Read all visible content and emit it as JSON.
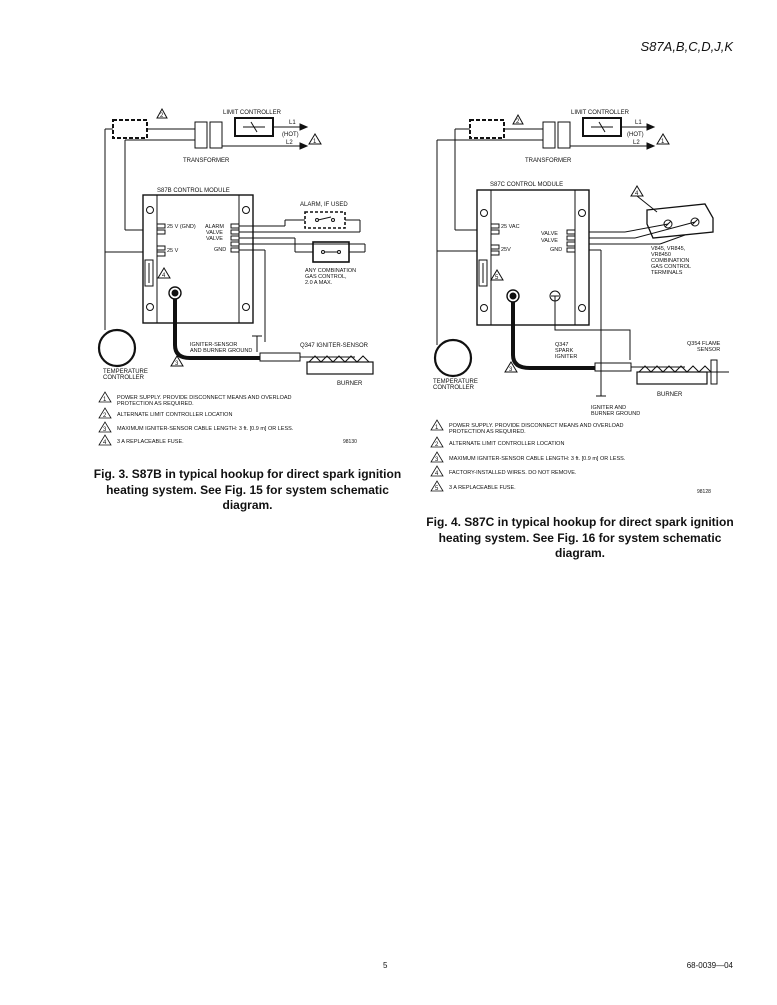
{
  "header": {
    "model": "S87A,B,C,D,J,K"
  },
  "fig3": {
    "limit_controller": "LIMIT CONTROLLER",
    "l1": "L1",
    "hot": "(HOT)",
    "l2": "L2",
    "transformer": "TRANSFORMER",
    "module_title": "S87B CONTROL MODULE",
    "t_25v_gnd": "25 V (GND)",
    "t_25v": "25 V",
    "t_alarm": "ALARM",
    "t_valve1": "VALVE",
    "t_valve2": "VALVE",
    "t_gnd": "GND",
    "alarm_if_used": "ALARM, IF USED",
    "gas_control_1": "ANY COMBINATION",
    "gas_control_2": "GAS CONTROL,",
    "gas_control_3": "2.0 A MAX.",
    "igniter_ground_1": "IGNITER-SENSOR",
    "igniter_ground_2": "AND BURNER GROUND",
    "q347": "Q347 IGNITER-SENSOR",
    "temp_ctrl_1": "TEMPERATURE",
    "temp_ctrl_2": "CONTROLLER",
    "burner": "BURNER",
    "notes": [
      {
        "num": "1",
        "line1": "POWER SUPPLY. PROVIDE DISCONNECT MEANS AND OVERLOAD",
        "line2": "PROTECTION AS REQUIRED."
      },
      {
        "num": "2",
        "line1": "ALTERNATE LIMIT CONTROLLER LOCATION",
        "line2": ""
      },
      {
        "num": "3",
        "line1": "MAXIMUM IGNITER-SENSOR CABLE LENGTH: 3 ft. [0.9 m] OR LESS.",
        "line2": ""
      },
      {
        "num": "4",
        "line1": "3 A REPLACEABLE FUSE.",
        "line2": ""
      }
    ],
    "code": "98130",
    "caption": "Fig. 3. S87B in typical hookup for direct spark ignition heating system. See Fig. 15 for system schematic diagram."
  },
  "fig4": {
    "limit_controller": "LIMIT CONTROLLER",
    "l1": "L1",
    "hot": "(HOT)",
    "l2": "L2",
    "transformer": "TRANSFORMER",
    "module_title": "S87C CONTROL MODULE",
    "t_25vac": "25 VAC",
    "t_25v": "25V",
    "t_valve1": "VALVE",
    "t_valve2": "VALVE",
    "t_gnd": "GND",
    "gas_terms_1": "V845, VR845,",
    "gas_terms_2": "VR8450",
    "gas_terms_3": "COMBINATION",
    "gas_terms_4": "GAS CONTROL",
    "gas_terms_5": "TERMINALS",
    "q347_1": "Q347",
    "q347_2": "SPARK",
    "q347_3": "IGNITER",
    "q354_1": "Q354 FLAME",
    "q354_2": "SENSOR",
    "temp_ctrl_1": "TEMPERATURE",
    "temp_ctrl_2": "CONTROLLER",
    "burner": "BURNER",
    "igniter_ground_1": "IGNITER AND",
    "igniter_ground_2": "BURNER GROUND",
    "notes": [
      {
        "num": "1",
        "line1": "POWER SUPPLY. PROVIDE DISCONNECT MEANS AND OVERLOAD",
        "line2": "PROTECTION AS REQUIRED."
      },
      {
        "num": "2",
        "line1": "ALTERNATE LIMIT CONTROLLER LOCATION",
        "line2": ""
      },
      {
        "num": "3",
        "line1": "MAXIMUM IGNITER-SENSOR CABLE LENGTH: 3 ft. [0.9 m] OR LESS.",
        "line2": ""
      },
      {
        "num": "4",
        "line1": "FACTORY-INSTALLED WIRES. DO NOT REMOVE.",
        "line2": ""
      },
      {
        "num": "5",
        "line1": "3 A REPLACEABLE FUSE.",
        "line2": ""
      }
    ],
    "code": "98128",
    "caption": "Fig. 4. S87C in typical hookup for direct spark ignition heating system. See Fig. 16 for system schematic diagram."
  },
  "footer": {
    "page": "5",
    "doc": "68-0039—04"
  }
}
